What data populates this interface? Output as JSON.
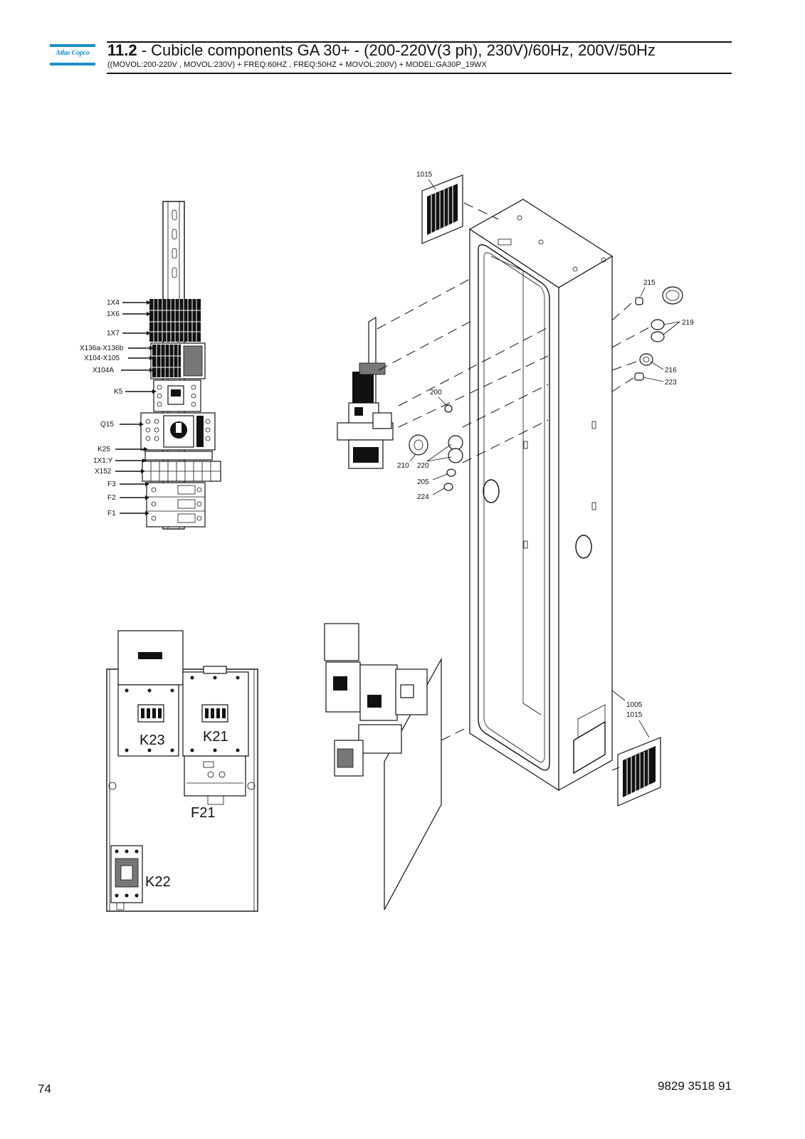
{
  "header": {
    "brand": "Atlas Copco",
    "section_number": "11.2",
    "title": " - Cubicle components GA 30+ - (200-220V(3 ph), 230V)/60Hz, 200V/50Hz",
    "subtitle": "((MOVOL:200-220V , MOVOL:230V) + FREQ:60HZ , FREQ:50HZ + MOVOL:200V) + MODEL:GA30P_19WX"
  },
  "footer": {
    "page_number": "74",
    "document_number": "9829 3518 91"
  },
  "rail_labels": [
    "1X4",
    "1X6",
    "1X7",
    "X136a-X136b",
    "X104-X105",
    "X104A",
    "K5",
    "Q15",
    "K25",
    "1X1:Y",
    "X152",
    "F3",
    "F2",
    "F1"
  ],
  "panel_labels": [
    "K23",
    "K21",
    "F21",
    "K22"
  ],
  "part_numbers": [
    "1015",
    "215",
    "219",
    "216",
    "223",
    "200",
    "210",
    "220",
    "205",
    "224",
    "1005",
    "1015"
  ]
}
